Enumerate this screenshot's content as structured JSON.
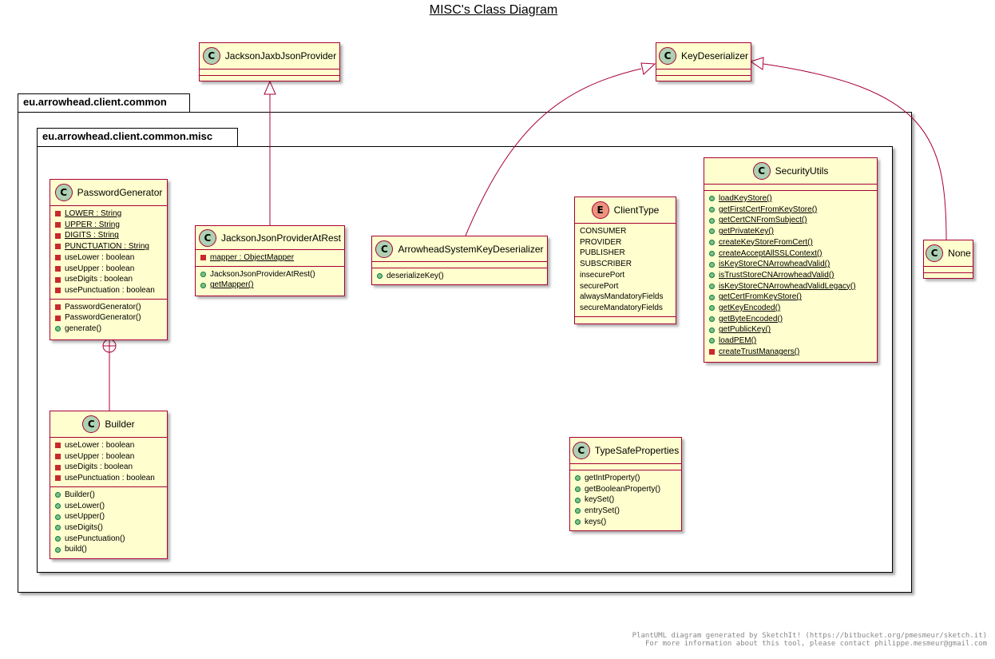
{
  "title": "MISC's Class Diagram",
  "colors": {
    "class_fill": "#FEFECE",
    "class_border": "#A80036",
    "class_stereotype": "#ADD1B2",
    "enum_stereotype": "#EB937F",
    "private_marker": "#C82930",
    "public_marker": "#84BE84"
  },
  "packages": {
    "outer": "eu.arrowhead.client.common",
    "inner": "eu.arrowhead.client.common.misc"
  },
  "classes": {
    "jackson_jaxb": {
      "name": "JacksonJaxbJsonProvider",
      "stereotype": "C"
    },
    "key_deserializer": {
      "name": "KeyDeserializer",
      "stereotype": "C"
    },
    "none": {
      "name": "None",
      "stereotype": "C"
    },
    "password_generator": {
      "name": "PasswordGenerator",
      "stereotype": "C",
      "fields": [
        {
          "vis": "private",
          "static": true,
          "text": "LOWER : String"
        },
        {
          "vis": "private",
          "static": true,
          "text": "UPPER : String"
        },
        {
          "vis": "private",
          "static": true,
          "text": "DIGITS : String"
        },
        {
          "vis": "private",
          "static": true,
          "text": "PUNCTUATION : String"
        },
        {
          "vis": "private",
          "static": false,
          "text": "useLower : boolean"
        },
        {
          "vis": "private",
          "static": false,
          "text": "useUpper : boolean"
        },
        {
          "vis": "private",
          "static": false,
          "text": "useDigits : boolean"
        },
        {
          "vis": "private",
          "static": false,
          "text": "usePunctuation : boolean"
        }
      ],
      "methods": [
        {
          "vis": "private",
          "static": false,
          "text": "PasswordGenerator()"
        },
        {
          "vis": "private",
          "static": false,
          "text": "PasswordGenerator()"
        },
        {
          "vis": "public",
          "static": false,
          "text": "generate()"
        }
      ]
    },
    "builder": {
      "name": "Builder",
      "stereotype": "C",
      "fields": [
        {
          "vis": "private",
          "static": false,
          "text": "useLower : boolean"
        },
        {
          "vis": "private",
          "static": false,
          "text": "useUpper : boolean"
        },
        {
          "vis": "private",
          "static": false,
          "text": "useDigits : boolean"
        },
        {
          "vis": "private",
          "static": false,
          "text": "usePunctuation : boolean"
        }
      ],
      "methods": [
        {
          "vis": "public",
          "static": false,
          "text": "Builder()"
        },
        {
          "vis": "public",
          "static": false,
          "text": "useLower()"
        },
        {
          "vis": "public",
          "static": false,
          "text": "useUpper()"
        },
        {
          "vis": "public",
          "static": false,
          "text": "useDigits()"
        },
        {
          "vis": "public",
          "static": false,
          "text": "usePunctuation()"
        },
        {
          "vis": "public",
          "static": false,
          "text": "build()"
        }
      ]
    },
    "jackson_at_rest": {
      "name": "JacksonJsonProviderAtRest",
      "stereotype": "C",
      "fields": [
        {
          "vis": "private",
          "static": true,
          "text": "mapper : ObjectMapper"
        }
      ],
      "methods": [
        {
          "vis": "public",
          "static": false,
          "text": "JacksonJsonProviderAtRest()"
        },
        {
          "vis": "public",
          "static": true,
          "text": "getMapper()"
        }
      ]
    },
    "arrowhead_key_deserializer": {
      "name": "ArrowheadSystemKeyDeserializer",
      "stereotype": "C",
      "methods": [
        {
          "vis": "public",
          "static": false,
          "text": "deserializeKey()"
        }
      ]
    },
    "client_type": {
      "name": "ClientType",
      "stereotype": "E",
      "values": [
        "CONSUMER",
        "PROVIDER",
        "PUBLISHER",
        "SUBSCRIBER",
        "insecurePort",
        "securePort",
        "alwaysMandatoryFields",
        "secureMandatoryFields"
      ]
    },
    "security_utils": {
      "name": "SecurityUtils",
      "stereotype": "C",
      "methods": [
        {
          "vis": "public",
          "static": true,
          "text": "loadKeyStore()"
        },
        {
          "vis": "public",
          "static": true,
          "text": "getFirstCertFromKeyStore()"
        },
        {
          "vis": "public",
          "static": true,
          "text": "getCertCNFromSubject()"
        },
        {
          "vis": "public",
          "static": true,
          "text": "getPrivateKey()"
        },
        {
          "vis": "public",
          "static": true,
          "text": "createKeyStoreFromCert()"
        },
        {
          "vis": "public",
          "static": true,
          "text": "createAcceptAllSSLContext()"
        },
        {
          "vis": "public",
          "static": true,
          "text": "isKeyStoreCNArrowheadValid()"
        },
        {
          "vis": "public",
          "static": true,
          "text": "isTrustStoreCNArrowheadValid()"
        },
        {
          "vis": "public",
          "static": true,
          "text": "isKeyStoreCNArrowheadValidLegacy()"
        },
        {
          "vis": "public",
          "static": true,
          "text": "getCertFromKeyStore()"
        },
        {
          "vis": "public",
          "static": true,
          "text": "getKeyEncoded()"
        },
        {
          "vis": "public",
          "static": true,
          "text": "getByteEncoded()"
        },
        {
          "vis": "public",
          "static": true,
          "text": "getPublicKey()"
        },
        {
          "vis": "public",
          "static": true,
          "text": "loadPEM()"
        },
        {
          "vis": "private",
          "static": true,
          "text": "createTrustManagers()"
        }
      ]
    },
    "type_safe_properties": {
      "name": "TypeSafeProperties",
      "stereotype": "C",
      "methods": [
        {
          "vis": "public",
          "static": false,
          "text": "getIntProperty()"
        },
        {
          "vis": "public",
          "static": false,
          "text": "getBooleanProperty()"
        },
        {
          "vis": "public",
          "static": false,
          "text": "keySet()"
        },
        {
          "vis": "public",
          "static": false,
          "text": "entrySet()"
        },
        {
          "vis": "public",
          "static": false,
          "text": "keys()"
        }
      ]
    }
  },
  "footer": {
    "line1": "PlantUML diagram generated by SketchIt! (https://bitbucket.org/pmesmeur/sketch.it)",
    "line2": "For more information about this tool, please contact philippe.mesmeur@gmail.com"
  }
}
